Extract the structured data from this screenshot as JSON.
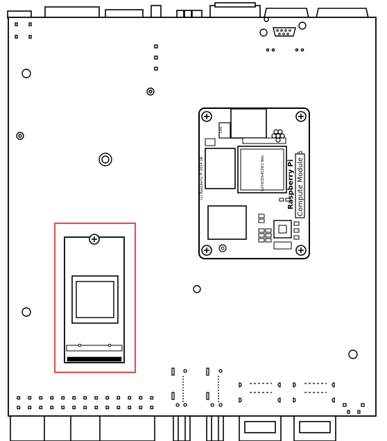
{
  "diagram": {
    "module": {
      "brand_label": "Raspberry Pi",
      "model_label": "Compute Module 5",
      "copyright_label": "(c) Raspberry Pi 2024 UK",
      "chip_marking": "G2Y6CE64S3W1 B6e",
      "lite_label": "Lite"
    },
    "colors": {
      "outline": "#000000",
      "highlight": "#d9534f",
      "background": "#ffffff"
    },
    "highlight": {
      "target": "m2-ssd-slot",
      "description_icon": "highlight-box"
    }
  }
}
